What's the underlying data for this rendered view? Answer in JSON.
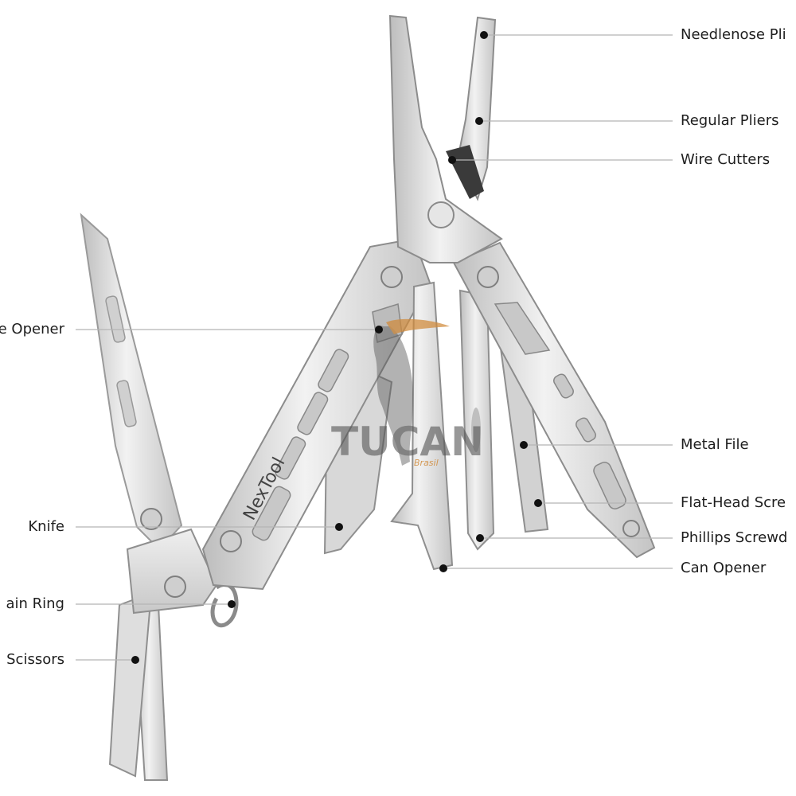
{
  "brand": {
    "engraving": "NexTool"
  },
  "watermark": {
    "wordmark": "TUCAN",
    "sub": "Brasil"
  },
  "callouts": {
    "needlenose_pliers": "Needlenose Pli",
    "regular_pliers": "Regular Pliers",
    "wire_cutters": "Wire Cutters",
    "bottle_opener": "e Opener",
    "metal_file": "Metal File",
    "flat_head_screwdriver": "Flat-Head Scre",
    "phillips_screwdriver": "Phillips Screwd",
    "knife": "Knife",
    "can_opener": "Can Opener",
    "key_chain_ring": "ain Ring",
    "scissors": "Scissors"
  },
  "colors": {
    "background": "#ffffff",
    "steel_light": "#e4e4e4",
    "steel_mid": "#c9c9c9",
    "steel_dark": "#8f8f8f",
    "leader_line": "#b5b5b5",
    "dot": "#111111",
    "watermark": "#555555",
    "watermark_accent": "#d08a3a"
  }
}
